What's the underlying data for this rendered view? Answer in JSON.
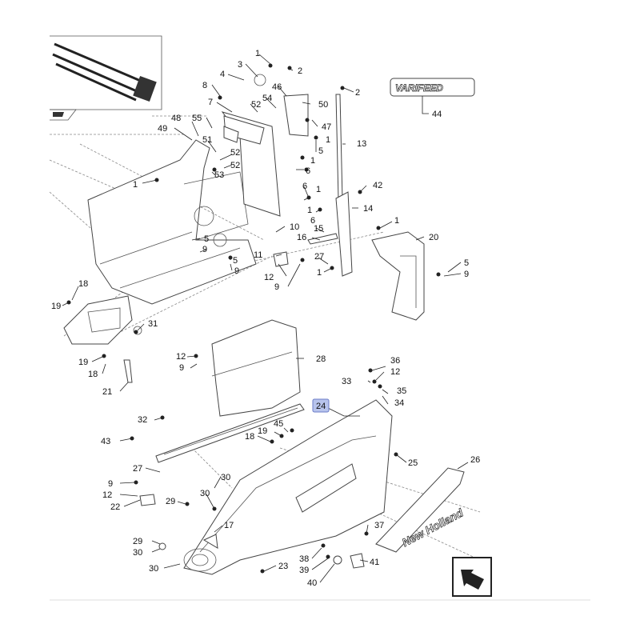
{
  "logos": {
    "varifeed": "VARIFEED",
    "new_holland": "New Holland"
  },
  "callouts": {
    "c1": "1",
    "c2": "2",
    "c3": "3",
    "c4": "4",
    "c5": "5",
    "c6": "6",
    "c7": "7",
    "c8": "8",
    "c9": "9",
    "c10": "10",
    "c11": "11",
    "c12": "12",
    "c13": "13",
    "c14": "14",
    "c15": "15",
    "c16": "16",
    "c17": "17",
    "c18": "18",
    "c19": "19",
    "c20": "20",
    "c21": "21",
    "c22": "22",
    "c23": "23",
    "c24": "24",
    "c25": "25",
    "c26": "26",
    "c27": "27",
    "c28": "28",
    "c29": "29",
    "c30": "30",
    "c31": "31",
    "c32": "32",
    "c33": "33",
    "c34": "34",
    "c35": "35",
    "c36": "36",
    "c37": "37",
    "c38": "38",
    "c39": "39",
    "c40": "40",
    "c41": "41",
    "c42": "42",
    "c43": "43",
    "c44": "44",
    "c45": "45",
    "c46": "46",
    "c47": "47",
    "c48": "48",
    "c49": "49",
    "c50": "50",
    "c51": "51",
    "c52": "52",
    "c53": "53",
    "c54": "54",
    "c55": "55"
  },
  "colors": {
    "line": "#444444",
    "highlight": "#b8c4ec",
    "background": "#ffffff"
  },
  "highlighted_part": "24"
}
